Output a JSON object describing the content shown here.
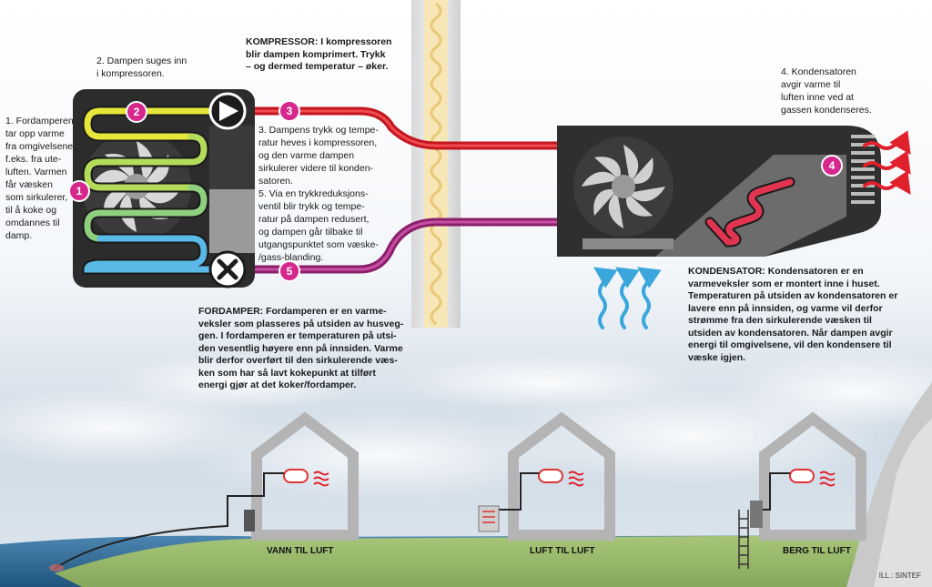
{
  "colors": {
    "hot": "#e0202c",
    "warm_magenta": "#a0287e",
    "cold": "#3aa6dc",
    "yellow": "#e7e63a",
    "green": "#9bd35a",
    "badge": "#d6288c",
    "unit_dark": "#2f2f2f",
    "grass": "#9cbc6c",
    "sea": "#2f6f9c",
    "house_grey": "#b4b4b4"
  },
  "steps": {
    "s1": "1. Fordamperen\ntar opp varme\nfra omgivelsene,\nf.eks. fra ute-\nluften. Varmen\nfår væsken\nsom sirkulerer,\ntil å koke og\nomdannes til\ndamp.",
    "s2": "2. Dampen suges inn\ni kompressoren.",
    "s3": "3. Dampens trykk og tempe-\nratur heves i kompressoren,\nog den varme dampen\nsirkulerer videre til konden-\nsatoren.",
    "s4": "4. Kondensatoren\navgir varme til\nluften inne ved at\ngassen kondenseres.",
    "s5": "5. Via en trykkreduksjons-\nventil blir trykk og tempe-\nratur på dampen redusert,\nog dampen går tilbake til\nutgangspunktet  som væske-\n/gass-blanding."
  },
  "kompressor": {
    "heading": "KOMPRESSOR:",
    "body": " I kompressoren\nblir dampen komprimert. Trykk\n– og dermed temperatur – øker."
  },
  "fordamper": {
    "heading": "FORDAMPER:",
    "body": "  Fordamperen er en varme-\nveksler som plasseres på utsiden av husveg-\ngen. I fordamperen er temperaturen på utsi-\nden vesentlig høyere enn på innsiden. Varme\nblir derfor overført til den sirkulerende væs-\nken  som har så lavt kokepunkt at tilført\nenergi gjør at det koker/fordamper."
  },
  "kondensator": {
    "heading": "KONDENSATOR:",
    "body": "  Kondensatoren er en\nvarmeveksler som er montert inne i huset.\nTemperaturen på utsiden av kondensatoren er\nlavere enn på innsiden, og varme vil derfor\nstrømme fra den sirkulerende væsken til\nutsiden av kondensatoren. Når dampen avgir\nenergi til omgivelsene, vil den kondensere til\nvæske igjen."
  },
  "badges": [
    "1",
    "2",
    "3",
    "4",
    "5"
  ],
  "houses": {
    "left": "VANN TIL LUFT",
    "middle": "LUFT TIL LUFT",
    "right": "BERG TIL LUFT"
  },
  "credit": "ILL.: SINTEF"
}
